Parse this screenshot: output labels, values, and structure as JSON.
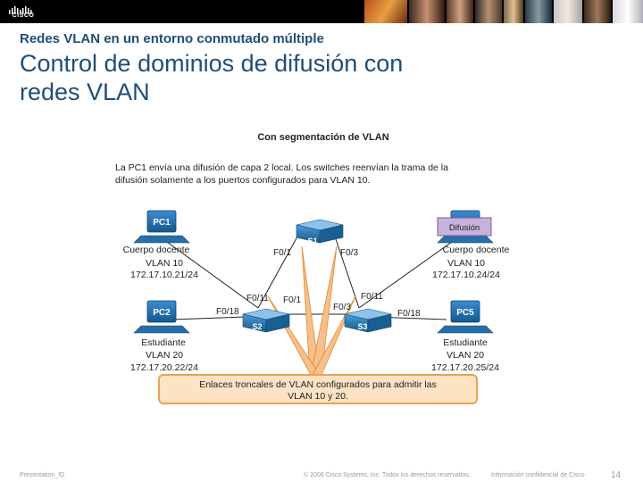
{
  "header": {
    "logo_text": "CISCO",
    "subtitle": "Redes VLAN en un entorno conmutado múltiple",
    "title_line1": "Control de dominios de difusión con",
    "title_line2": "redes VLAN"
  },
  "diagram": {
    "heading": "Con segmentación de VLAN",
    "description_line1": "La PC1 envía una difusión de capa 2 local. Los switches reenvían la trama de la",
    "description_line2": "difusión solamente a los puertos configurados para VLAN 10.",
    "broadcast_label": "Difusión",
    "pc1": {
      "name": "PC1",
      "role": "Cuerpo docente",
      "vlan": "VLAN 10",
      "ip": "172.17.10.21/24"
    },
    "pc2": {
      "name": "PC2",
      "role": "Estudiante",
      "vlan": "VLAN 20",
      "ip": "172.17.20.22/24"
    },
    "pc4": {
      "role": "Cuerpo docente",
      "vlan": "VLAN 10",
      "ip": "172.17.10.24/24"
    },
    "pc5": {
      "name": "PC5",
      "role": "Estudiante",
      "vlan": "VLAN 20",
      "ip": "172.17.20.25/24"
    },
    "switches": {
      "s1": "S1",
      "s2": "S2",
      "s3": "S3"
    },
    "ports": {
      "s1_left": "F0/1",
      "s1_right": "F0/3",
      "s2_up": "F0/11",
      "s2_right": "F0/1",
      "s2_left": "F0/18",
      "s3_up": "F0/11",
      "s3_left": "F0/3",
      "s3_right": "F0/18"
    },
    "callout_line1": "Enlaces troncales de VLAN configurados para admitir las",
    "callout_line2": "VLAN 10 y 20."
  },
  "footer": {
    "presentation_id": "Presentation_ID",
    "copyright": "© 2008 Cisco Systems, Inc. Todos los derechos reservados.",
    "confidential": "Información confidencial de Cisco",
    "page_number": "14"
  },
  "colors": {
    "title": "#1f4e79",
    "callout_fill": "#fde2c4",
    "callout_stroke": "#f0a050",
    "broadcast_fill": "#c8b2dc",
    "switch_blue": "#1d6fa5"
  }
}
